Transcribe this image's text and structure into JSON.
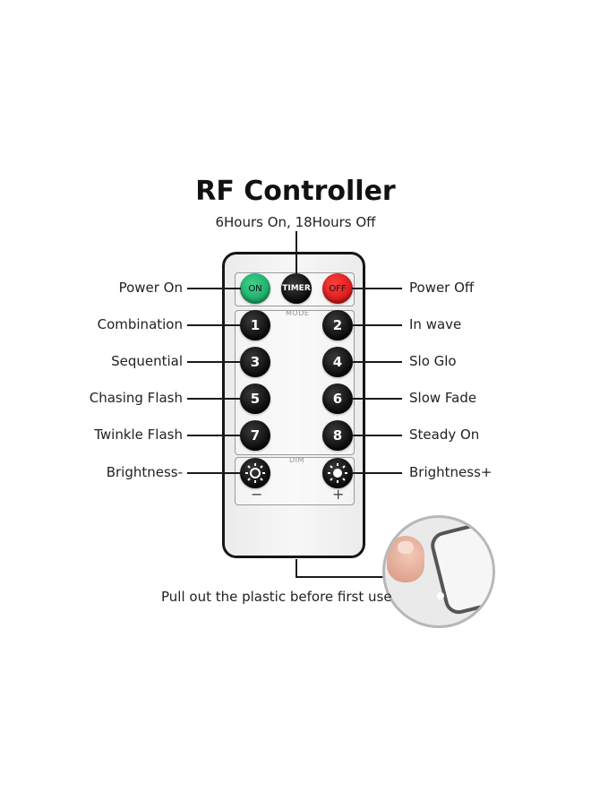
{
  "title": "RF Controller",
  "subtitle": "6Hours On, 18Hours Off",
  "buttons": {
    "on": "ON",
    "timer": "TIMER",
    "off": "OFF",
    "mode": [
      "1",
      "2",
      "3",
      "4",
      "5",
      "6",
      "7",
      "8"
    ],
    "minus": "−",
    "plus": "+"
  },
  "panels": {
    "mode": "MODE",
    "dim": "DIM"
  },
  "labels": {
    "left": [
      "Power On",
      "Combination",
      "Sequential",
      "Chasing Flash",
      "Twinkle Flash",
      "Brightness-"
    ],
    "right": [
      "Power Off",
      "In wave",
      "Slo Glo",
      "Slow Fade",
      "Steady On",
      "Brightness+"
    ]
  },
  "note": "Pull out the plastic before first use",
  "colors": {
    "on_button": "#1da866",
    "off_button": "#d81818",
    "remote_body": "#f2f2f2",
    "buttons": "#0a0a0a"
  },
  "icons": [
    "sun-dim-icon",
    "sun-bright-icon"
  ]
}
